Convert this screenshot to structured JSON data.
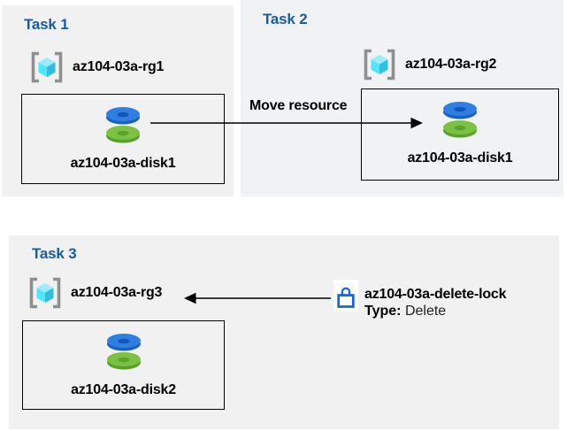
{
  "colors": {
    "accent_title": "#175d9d",
    "panel_bg": "#f1f1f1",
    "panel2_bg": "#f0f2f4",
    "box_border": "#000000",
    "arrow": "#000000",
    "bracket_gray": "#8f8f8f",
    "cube_light": "#9cebff",
    "cube_mid": "#50e6ff",
    "cube_dark": "#32bedd",
    "disk_blue": "#2f7fe2",
    "disk_blue_dark": "#1a61c4",
    "disk_blue_hole": "#1256b8",
    "disk_green": "#7cc143",
    "disk_green_dark": "#58a02b",
    "disk_green_hole": "#5ca32e",
    "lock_blue": "#1a66d0"
  },
  "tasks": [
    {
      "title": "Task 1",
      "resource_group": "az104-03a-rg1",
      "resource": "az104-03a-disk1"
    },
    {
      "title": "Task 2",
      "resource_group": "az104-03a-rg2",
      "resource": "az104-03a-disk1"
    },
    {
      "title": "Task 3",
      "resource_group": "az104-03a-rg3",
      "resource": "az104-03a-disk2"
    }
  ],
  "arrows": {
    "move": {
      "label": "Move resource"
    }
  },
  "lock": {
    "name": "az104-03a-delete-lock",
    "type_label": "Type:",
    "type_value": "Delete"
  },
  "icons": {
    "resource_group": "azure-resource-group",
    "disk": "azure-managed-disk",
    "lock": "padlock"
  }
}
